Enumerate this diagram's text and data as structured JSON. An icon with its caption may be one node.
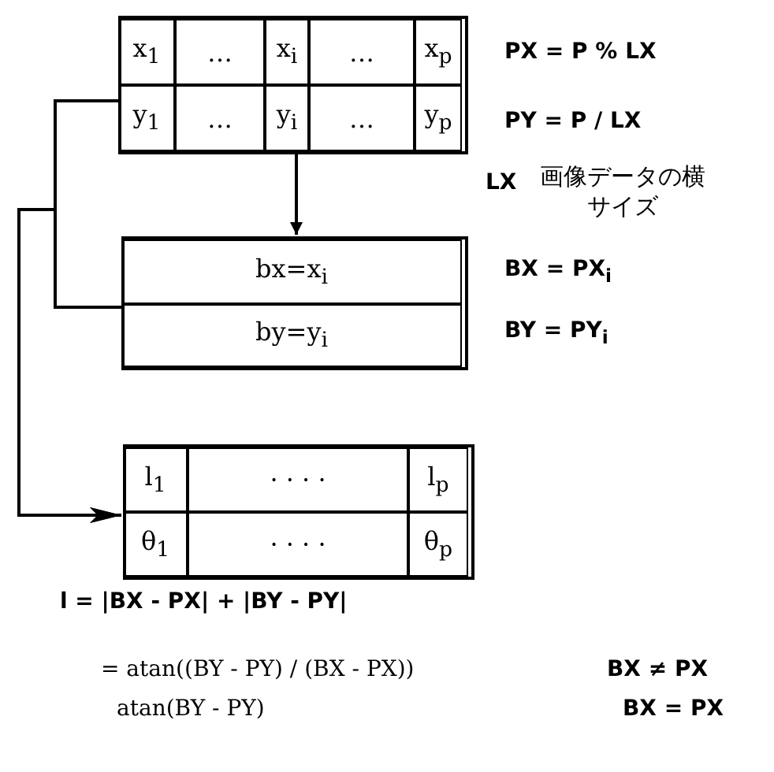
{
  "diagram": {
    "nodes": [
      {
        "text": [
          "x$_{1}$",
          "…",
          "x$_{i}$",
          "…",
          "x$_{p}$",
          "y$_{1}$",
          "…",
          "y$_{i}$",
          "…",
          "y$_{p}$"
        ]
      },
      {
        "text": [
          "bx=x$_{i}$",
          "by=y$_{i}$"
        ]
      },
      {
        "text": [
          "l$_{1}$",
          "· · · ·",
          "l$_{p}$",
          "θ$_{1}$",
          "· · · ·",
          "θ$_{p}$"
        ]
      }
    ],
    "edges": [
      {
        "from": 0,
        "to": 1,
        "arrow": "to"
      },
      {
        "from": 0,
        "to": 2,
        "arrow": "to"
      },
      {
        "from": 1,
        "to": 2,
        "arrow": "to"
      }
    ],
    "labels": [
      "PX = P % LX",
      "PY = P / LX",
      "LX",
      "画像データの横サイズ",
      "BX = PX$_{i}$",
      "BY = PY$_{i}$",
      "l = |BX - PX| + |BY - PY|",
      "= atan((BY - PY) / (BX - PX))",
      "BX ≠ PX",
      "atan(BY - PY)",
      "BX = PX"
    ]
  }
}
